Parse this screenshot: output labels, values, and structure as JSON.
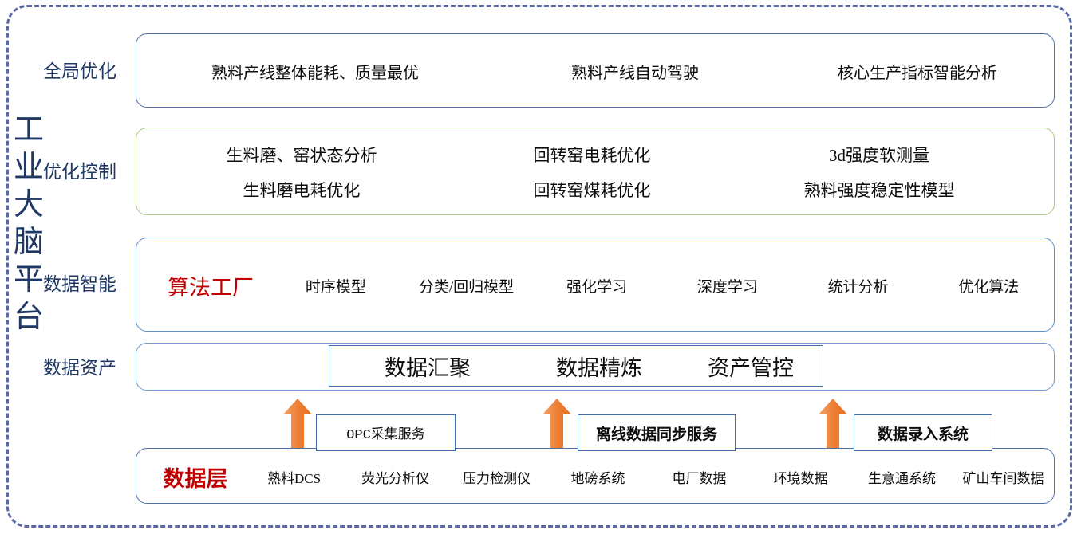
{
  "platform": {
    "vertical_title": "工业大脑平台"
  },
  "layers": [
    {
      "label": "全局优化",
      "border_color": "#4f71a8",
      "items": [
        "熟料产线整体能耗、质量最优",
        "熟料产线自动驾驶",
        "核心生产指标智能分析"
      ]
    },
    {
      "label": "优化控制",
      "border_color": "#a9c97e",
      "columns": [
        [
          "生料磨、窑状态分析",
          "生料磨电耗优化"
        ],
        [
          "回转窑电耗优化",
          "回转窑煤耗优化"
        ],
        [
          "3d强度软测量",
          "熟料强度稳定性模型"
        ]
      ]
    },
    {
      "label": "数据智能",
      "border_color": "#5b8dc8",
      "highlight": "算法工厂",
      "highlight_color": "#c00000",
      "items": [
        "时序模型",
        "分类/回归模型",
        "强化学习",
        "深度学习",
        "统计分析",
        "优化算法"
      ]
    },
    {
      "label": "数据资产",
      "border_color": "#6a9bd1",
      "inner_items": [
        "数据汇聚",
        "数据精炼",
        "资产管控"
      ]
    },
    {
      "label": "数据层",
      "border_color": "#4f71a8",
      "highlight": "数据层",
      "highlight_color": "#c00000",
      "sources": [
        "熟料DCS",
        "荧光分析仪",
        "压力检测仪",
        "地磅系统",
        "电厂数据",
        "环境数据",
        "生意通系统",
        "矿山车间数据"
      ]
    }
  ],
  "services": [
    {
      "name": "OPC采集服务"
    },
    {
      "name": "离线数据同步服务"
    },
    {
      "name": "数据录入系统"
    }
  ],
  "arrows": {
    "color": "#ed7d31",
    "count": 3
  },
  "colors": {
    "frame_dashed": "#5a68a8",
    "label_navy": "#1f3864",
    "accent_red": "#c00000",
    "accent_orange": "#ed7d31"
  }
}
